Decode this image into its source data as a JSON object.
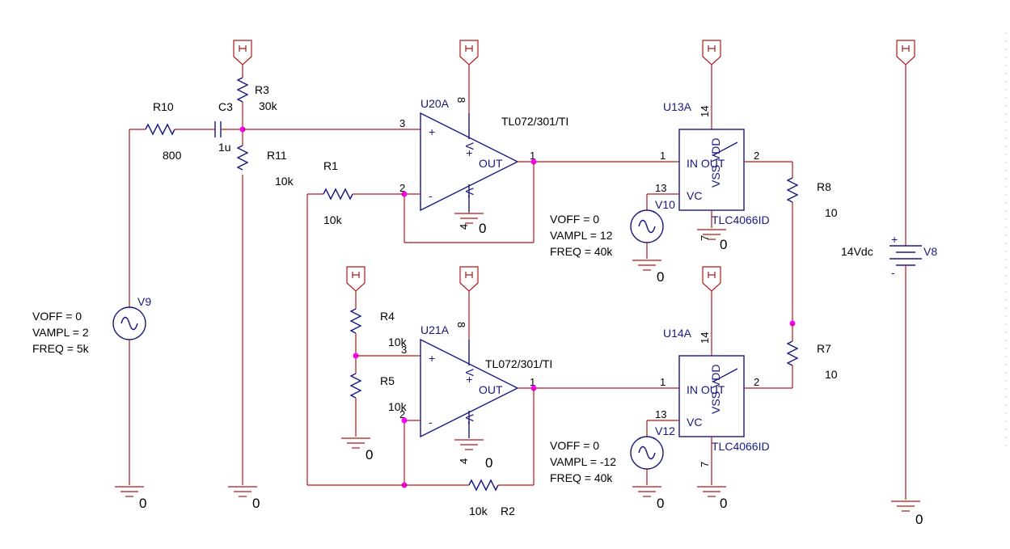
{
  "ground_label": "0",
  "pin": {
    "p1": "1",
    "p2": "2",
    "p3": "3",
    "p4": "4",
    "p7": "7",
    "p8": "8",
    "p13": "13",
    "p14": "14"
  },
  "opamp": {
    "plus": "+",
    "minus": "-",
    "out": "OUT",
    "vplus": "V+",
    "vminus": "V-",
    "model": "TL072/301/TI"
  },
  "switch_ic": {
    "in_out": "IN OUT",
    "vss_vdd": "VSS VDD",
    "vc": "VC",
    "model": "TLC4066ID"
  },
  "parts": {
    "R10": {
      "name": "R10",
      "value": "800"
    },
    "C3": {
      "name": "C3",
      "value": "1u"
    },
    "R3": {
      "name": "R3",
      "value": "30k"
    },
    "R11": {
      "name": "R11",
      "value": "10k"
    },
    "R1": {
      "name": "R1",
      "value": "10k"
    },
    "R4": {
      "name": "R4",
      "value": "10k"
    },
    "R5": {
      "name": "R5",
      "value": "10k"
    },
    "R2": {
      "name": "R2",
      "value": "10k"
    },
    "R8": {
      "name": "R8",
      "value": "10"
    },
    "R7": {
      "name": "R7",
      "value": "10"
    },
    "U20A": {
      "name": "U20A"
    },
    "U21A": {
      "name": "U21A"
    },
    "U13A": {
      "name": "U13A"
    },
    "U14A": {
      "name": "U14A"
    },
    "V8": {
      "name": "V8",
      "value": "14Vdc",
      "plus": "+",
      "minus": "-"
    },
    "V9": {
      "name": "V9",
      "voff": "VOFF = 0",
      "vampl": "VAMPL = 2",
      "freq": "FREQ = 5k"
    },
    "V10": {
      "name": "V10",
      "voff": "VOFF = 0",
      "vampl": "VAMPL = 12",
      "freq": "FREQ = 40k"
    },
    "V12": {
      "name": "V12",
      "voff": "VOFF = 0",
      "vampl": "VAMPL = -12",
      "freq": "FREQ = 40k"
    }
  }
}
